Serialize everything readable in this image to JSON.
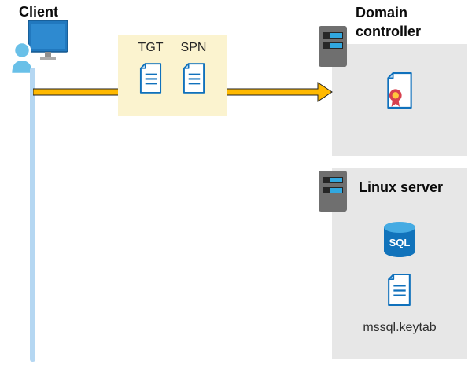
{
  "client": {
    "label": "Client"
  },
  "token_callout": {
    "items": [
      {
        "label": "TGT",
        "icon": "document-icon"
      },
      {
        "label": "SPN",
        "icon": "document-icon"
      }
    ]
  },
  "domain_controller": {
    "label": "Domain controller",
    "icons": [
      "server-icon",
      "certificate-icon"
    ]
  },
  "linux_server": {
    "label": "Linux server",
    "sql_badge": "SQL",
    "keytab_label": "mssql.keytab",
    "icons": [
      "server-icon",
      "sql-database-icon",
      "document-icon"
    ]
  },
  "connection": {
    "style": "arrow-right",
    "color": "#FFB900"
  },
  "timeline": {
    "color": "#B5D7F2"
  },
  "colors": {
    "callout_background": "#FBF3CF",
    "box_background": "#E7E7E7",
    "accent_blue": "#1071BC",
    "arrow_yellow": "#FFB900",
    "server_gray": "#6F6F6F",
    "seal_red": "#D8414F",
    "seal_gold": "#FFC83D"
  }
}
